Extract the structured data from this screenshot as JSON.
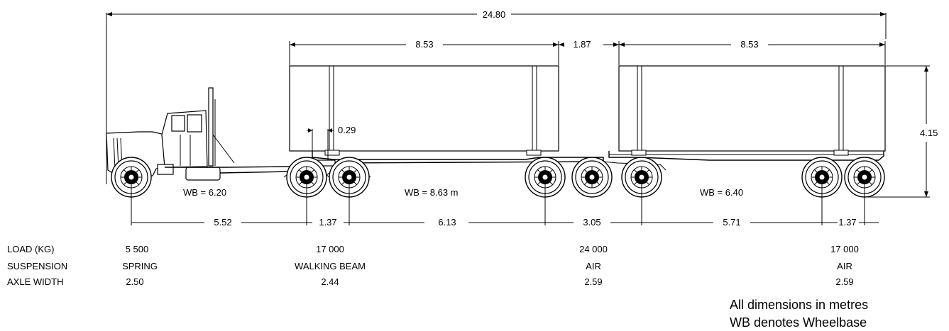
{
  "dimensions": {
    "overall_length": "24.80",
    "trailer1_length": "8.53",
    "trailer_gap": "1.87",
    "trailer2_length": "8.53",
    "height": "4.15",
    "kingpin_offset": "0.29"
  },
  "wheelbases": {
    "tractor": "WB = 6.20",
    "trailer1": "WB = 8.63 m",
    "trailer2": "WB = 6.40"
  },
  "axle_spacings": [
    "5.52",
    "1.37",
    "6.13",
    "3.05",
    "5.71",
    "1.37"
  ],
  "table": {
    "row_labels": {
      "load": "LOAD (KG)",
      "suspension": "SUSPENSION",
      "axle_width": "AXLE WIDTH"
    },
    "groups": [
      {
        "load": "5 500",
        "suspension": "SPRING",
        "axle_width": "2.50"
      },
      {
        "load": "17 000",
        "suspension": "WALKING BEAM",
        "axle_width": "2.44"
      },
      {
        "load": "24 000",
        "suspension": "AIR",
        "axle_width": "2.59"
      },
      {
        "load": "17 000",
        "suspension": "AIR",
        "axle_width": "2.59"
      }
    ]
  },
  "notes": {
    "line1": "All dimensions in metres",
    "line2": "WB denotes Wheelbase"
  }
}
